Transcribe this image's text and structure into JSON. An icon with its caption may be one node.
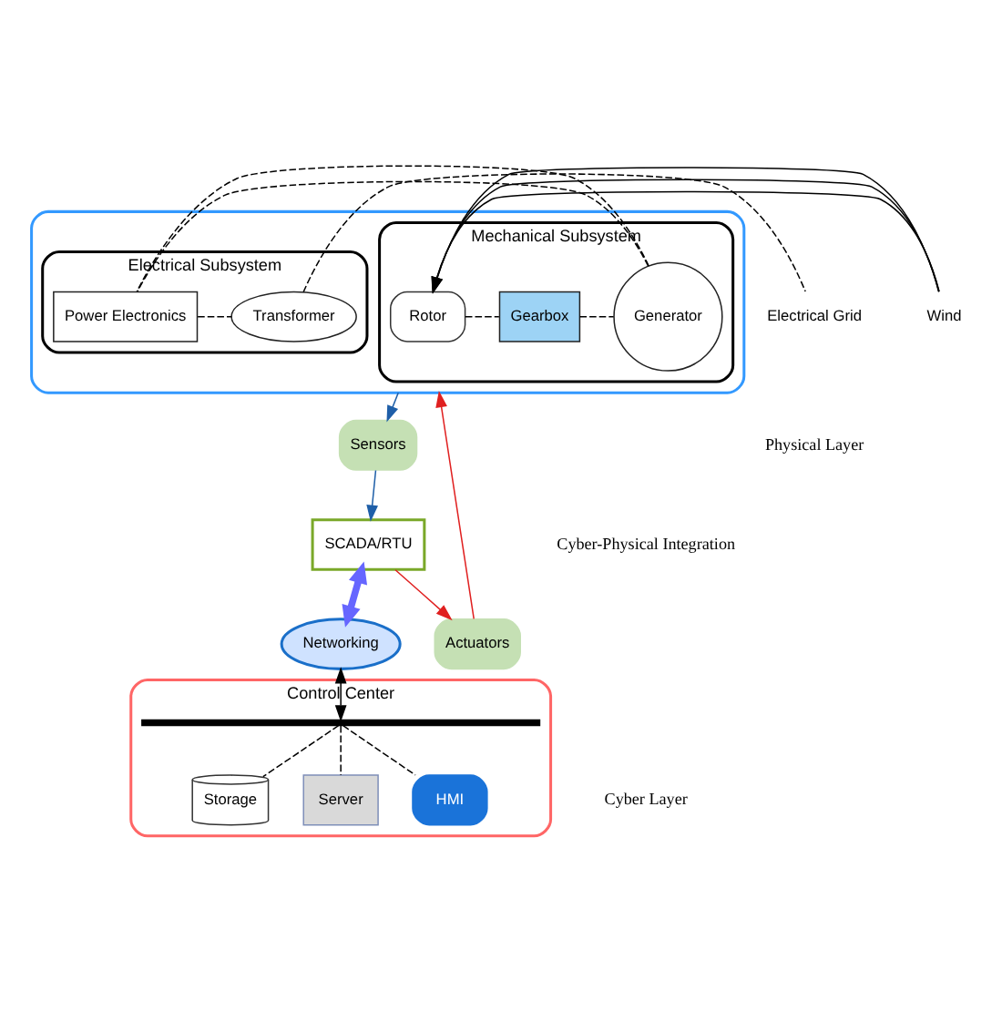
{
  "diagram": {
    "nodes": [
      {
        "text": [],
        "shape": "box"
      },
      {
        "text": [
          "Mechanical Subsystem"
        ],
        "in": 0
      },
      {
        "text": [
          "Rotor"
        ],
        "in": 1
      },
      {
        "text": [
          "Gearbox"
        ],
        "in": 1
      },
      {
        "text": [
          "Generator"
        ],
        "in": 1
      },
      {
        "text": [
          "Electrical Subsystem"
        ],
        "in": 0
      },
      {
        "text": [
          "Power Electronics"
        ],
        "in": 5
      },
      {
        "text": [
          "Transformer"
        ],
        "in": 5
      },
      {
        "text": [
          "Electrical Grid"
        ]
      },
      {
        "text": [
          "Wind"
        ]
      },
      {
        "text": [
          "Sensors"
        ]
      },
      {
        "text": [
          "Actuators"
        ]
      },
      {
        "text": [
          "SCADA/RTU"
        ]
      },
      {
        "text": [
          "Networking"
        ]
      },
      {
        "text": [
          "Control Center"
        ]
      },
      {
        "text": [],
        "shape": "bar",
        "in": 14
      },
      {
        "text": [
          "Storage"
        ],
        "in": 14
      },
      {
        "text": [
          "Server"
        ],
        "in": 14
      },
      {
        "text": [
          "HMI"
        ],
        "in": 14
      }
    ],
    "edges": [
      {
        "from": 9,
        "to": 2,
        "arrow": "to"
      },
      {
        "from": 9,
        "to": 2,
        "arrow": "to"
      },
      {
        "from": 9,
        "to": 2,
        "arrow": "to"
      },
      {
        "from": 2,
        "to": 3,
        "arrow": "none",
        "style": "dashed"
      },
      {
        "from": 3,
        "to": 4,
        "arrow": "none",
        "style": "dashed"
      },
      {
        "from": 4,
        "to": 6,
        "arrow": "none",
        "style": "dashed"
      },
      {
        "from": 6,
        "to": 7,
        "arrow": "none",
        "style": "dashed"
      },
      {
        "from": 7,
        "to": 8,
        "arrow": "none",
        "style": "dashed"
      },
      {
        "from": 0,
        "to": 10,
        "arrow": "to",
        "color": "#1f5fa8"
      },
      {
        "from": 10,
        "to": 12,
        "arrow": "to",
        "color": "#1f5fa8"
      },
      {
        "from": 12,
        "to": 11,
        "arrow": "to",
        "color": "#e02020"
      },
      {
        "from": 11,
        "to": 0,
        "arrow": "to",
        "color": "#e02020"
      },
      {
        "from": 12,
        "to": 13,
        "arrow": "both",
        "style": "thick",
        "color": "#6666ff"
      },
      {
        "from": 13,
        "to": 15,
        "arrow": "both"
      },
      {
        "from": 15,
        "to": 16,
        "arrow": "none",
        "style": "dashed"
      },
      {
        "from": 15,
        "to": 17,
        "arrow": "none",
        "style": "dashed"
      },
      {
        "from": 15,
        "to": 18,
        "arrow": "none",
        "style": "dashed"
      }
    ],
    "labels": [
      "Physical Layer",
      "Cyber-Physical Integration",
      "Cyber Layer"
    ]
  }
}
